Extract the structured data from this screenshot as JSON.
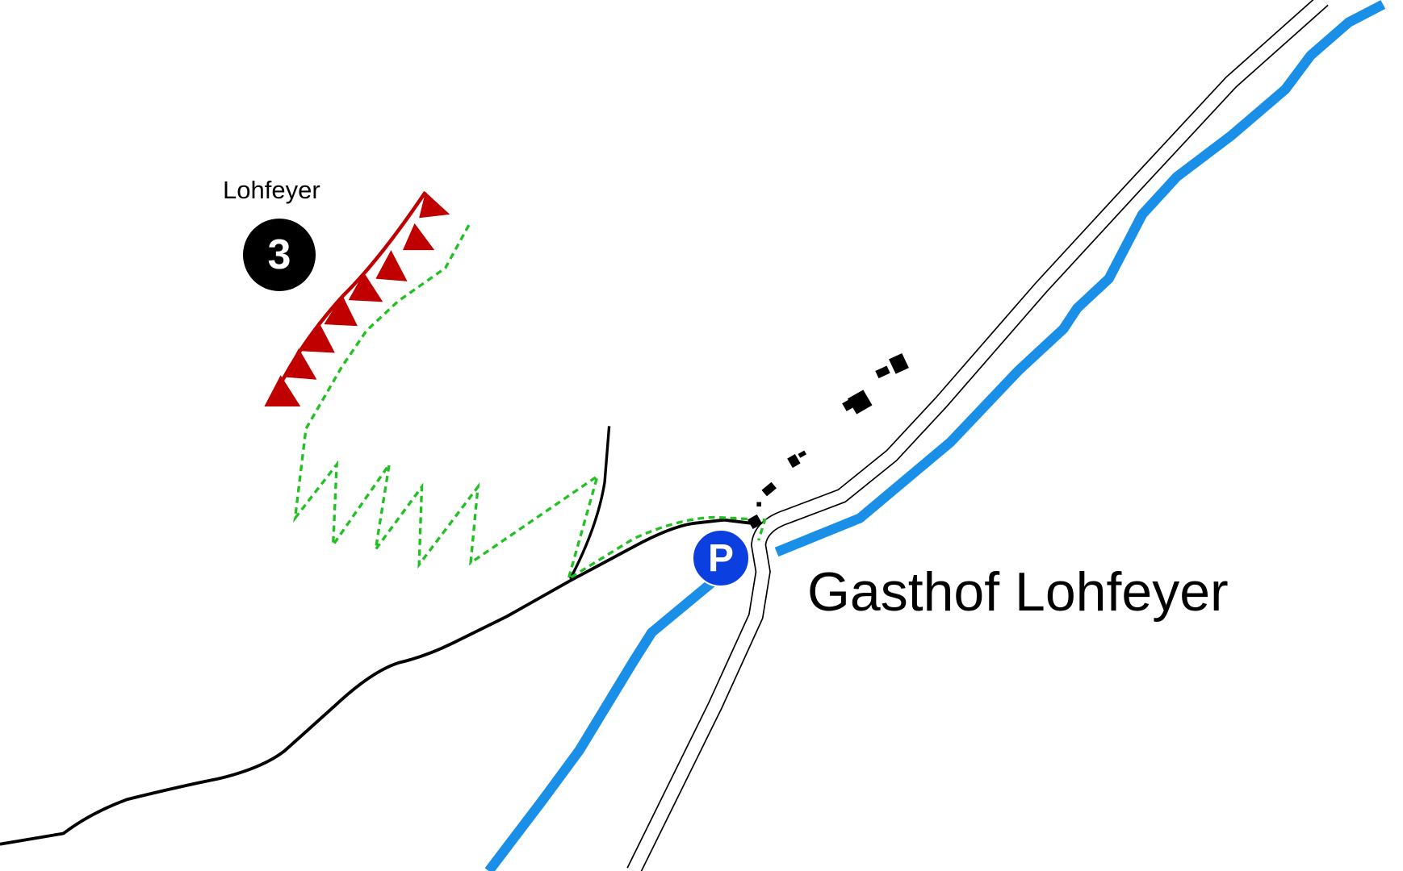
{
  "map": {
    "crag": {
      "name": "Lohfeyer",
      "number": "3"
    },
    "parking": {
      "symbol": "P"
    },
    "inn": {
      "name": "Gasthof Lohfeyer"
    },
    "colors": {
      "river": "#1a8fe8",
      "cliff": "#c00000",
      "approach_path": "#22c022",
      "trail": "#000000",
      "parking": "#0b3fe0"
    }
  }
}
